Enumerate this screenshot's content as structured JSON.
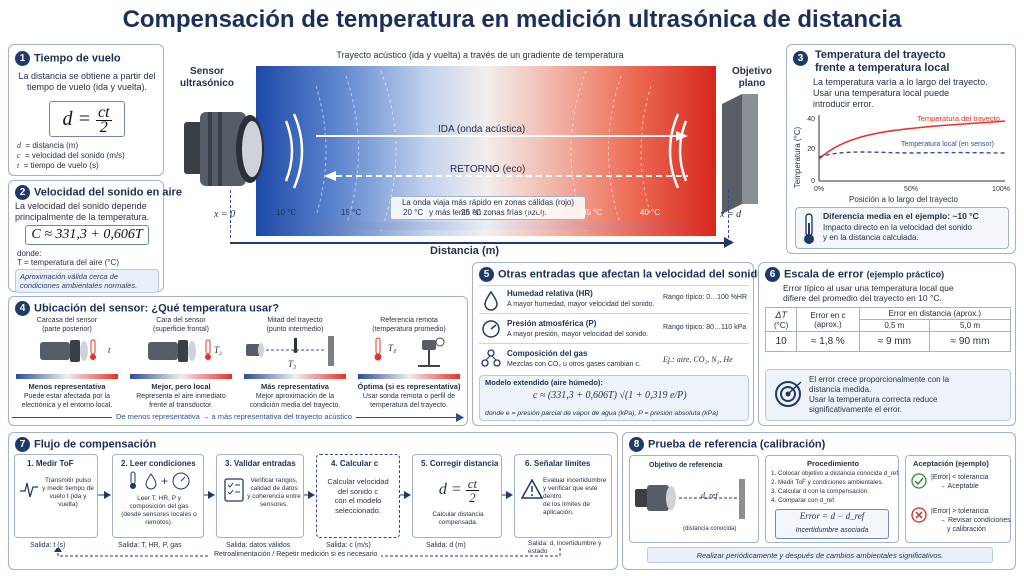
{
  "title": "Compensación de temperatura en medición ultrasónica de distancia",
  "colors": {
    "navy": "#1f3a6a",
    "red": "#e8312a",
    "blue": "#2a4f9a",
    "panel_border": "#9fb2cd"
  },
  "hero": {
    "path_label": "Trayecto acústico (ida y vuelta) a través de un gradiente de temperatura",
    "sensor_label_1": "Sensor",
    "sensor_label_2": "ultrasónico",
    "target_label_1": "Objetivo",
    "target_label_2": "plano",
    "ida": "IDA (onda acústica)",
    "retorno": "RETORNO (eco)",
    "note_1": "La onda viaja más rápido en zonas cálidas (rojo)",
    "note_2": "y más lento en zonas frías (azul).",
    "x0": "x = 0",
    "xd": "x = d",
    "temps": [
      "10 °C",
      "15 °C",
      "20 °C",
      "25 °C",
      "30 °C",
      "35 °C",
      "40 °C"
    ],
    "axis_label": "Distancia (m)"
  },
  "p1": {
    "num": "1",
    "title": "Tiempo de vuelo",
    "desc_1": "La distancia se obtiene a partir del",
    "desc_2": "tiempo de vuelo (ida y vuelta).",
    "formula_lhs": "d =",
    "formula_num": "ct",
    "formula_den": "2",
    "defs": [
      {
        "s": "d",
        "t": "= distancia (m)"
      },
      {
        "s": "c",
        "t": "= velocidad del sonido (m/s)"
      },
      {
        "s": "t",
        "t": "= tiempo de vuelo (s)"
      }
    ]
  },
  "p2": {
    "num": "2",
    "title": "Velocidad del sonido en aire",
    "desc_1": "La velocidad del sonido depende",
    "desc_2": "principalmente de la temperatura.",
    "formula": "C ≈ 331,3 + 0,606T",
    "donde": "donde:",
    "def": "T = temperatura del aire (°C)",
    "note_1": "Aproximación válida cerca de",
    "note_2": "condiciones ambientales normales."
  },
  "p3": {
    "num": "3",
    "title_1": "Temperatura del trayecto",
    "title_2": "frente a temperatura local",
    "desc_1": "La temperatura varía a lo largo del trayecto.",
    "desc_2": "Usar una temperatura local puede",
    "desc_3": "introducir error.",
    "ylabel": "Temperatura (°C)",
    "xlabel": "Posición a lo largo del trayecto",
    "yticks": [
      "40",
      "20",
      "0"
    ],
    "xticks": [
      "0%",
      "50%",
      "100%"
    ],
    "series_1": "Temperatura del trayecto",
    "series_2": "Temperatura local (en sensor)",
    "diff_title": "Diferencia media en el ejemplo:  ~10 °C",
    "diff_1": "Impacto directo en la velocidad del sonido",
    "diff_2": "y en la distancia calculada."
  },
  "p4": {
    "num": "4",
    "title": "Ubicación del sensor: ¿Qué temperatura usar?",
    "items": [
      {
        "t1": "Carcasa del sensor",
        "t2": "(parte posterior)",
        "var": "t",
        "q": "Menos representativa",
        "d1": "Puede estar afectada por la",
        "d2": "electrónica y el entorno local."
      },
      {
        "t1": "Cara del sensor",
        "t2": "(superficie frontal)",
        "var": "T₂",
        "q": "Mejor, pero local",
        "d1": "Representa el aire inmediato",
        "d2": "frente al transductor."
      },
      {
        "t1": "Mitad del trayecto",
        "t2": "(punto intermedio)",
        "var": "T₃",
        "q": "Más representativa",
        "d1": "Mejor aproximación de la",
        "d2": "condición media del trayecto."
      },
      {
        "t1": "Referencia remota",
        "t2": "(temperatura promedio)",
        "var": "T₄",
        "q": "Óptima (si es representativa)",
        "d1": "Usar sonda remota o perfil de",
        "d2": "temperatura del trayecto."
      }
    ],
    "arrow_text": "De menos representativa  →  a más representativa del trayecto acústico"
  },
  "p5": {
    "num": "5",
    "title": "Otras entradas que afectan la velocidad del sonido",
    "rows": [
      {
        "name": "Humedad relativa (HR)",
        "desc": "A mayor humedad, mayor velocidad del sonido.",
        "range": "Rango típico: 0…100 %HR"
      },
      {
        "name": "Presión atmosférica (P)",
        "desc": "A mayor presión, mayor velocidad del sonido.",
        "range": "Rango típico: 80…110 kPa"
      },
      {
        "name": "Composición del gas",
        "desc": "Mezclas con CO₂ u otros gases cambian c.",
        "range": "Ej.: aire, CO₂, N₂, He"
      }
    ],
    "model_title": "Modelo extendido (aire húmedo):",
    "model_formula": "c ≈ (331,3 + 0,606T) √(1 + 0,319 e/P)",
    "model_where": "donde e = presión parcial de vapor de agua (kPa), P = presión absoluta (kPa)"
  },
  "p6": {
    "num": "6",
    "title": "Escala de error",
    "title_sub": "(ejemplo práctico)",
    "desc_1": "Error típico al usar una temperatura local que",
    "desc_2": "difiere del promedio del trayecto en 10 °C.",
    "h_dt": "ΔT",
    "h_dt2": "(°C)",
    "h_c": "Error en c",
    "h_c2": "(aprox.)",
    "h_d": "Error en distancia (aprox.)",
    "h_05": "0,5 m",
    "h_5": "5,0 m",
    "r_dt": "10",
    "r_c": "≈ 1,8 %",
    "r_05": "≈ 9 mm",
    "r_5": "≈ 90 mm",
    "note_1": "El error crece proporcionalmente con la",
    "note_2": "distancia medida.",
    "note_3": "Usar la temperatura correcta reduce",
    "note_4": "significativamente el error."
  },
  "p7": {
    "num": "7",
    "title": "Flujo de compensación",
    "steps": [
      {
        "t": "1. Medir ToF",
        "d1": "Transmitir pulso",
        "d2": "y medir tiempo de",
        "d3": "vuelo t (ida y vuelta)",
        "o": "Salida: t (s)"
      },
      {
        "t": "2. Leer condiciones",
        "d1": "Leer T, HR, P y",
        "d2": "composición del gas",
        "d3": "(desde sensores locales o remotos).",
        "o": "Salida: T, HR, P, gas"
      },
      {
        "t": "3. Validar entradas",
        "d1": "Verificar rangos,",
        "d2": "calidad de datos",
        "d3": "y coherencia entre sensores.",
        "o": "Salida: datos válidos"
      },
      {
        "t": "4. Calcular c",
        "d1": "Calcular velocidad",
        "d2": "del sonido c",
        "d3": "con el modelo seleccionado.",
        "o": "Salida: c (m/s)"
      },
      {
        "t": "5. Corregir distancia",
        "d1": "Calcular distancia",
        "d2": "compensada.",
        "d3": "",
        "o": "Salida: d (m)"
      },
      {
        "t": "6. Señalar límites",
        "d1": "Evaluar incertidumbre",
        "d2": "y verificar que esté dentro",
        "d3": "de los límites de aplicación.",
        "o": "Salida: d, incertidumbre y estado"
      }
    ],
    "feedback": "Retroalimentación / Repetir medición si es necesario"
  },
  "p8": {
    "num": "8",
    "title": "Prueba de referencia (calibración)",
    "obj": "Objetivo de referencia",
    "dref": "d_ref",
    "known": "(distancia conocida)",
    "proc_title": "Procedimiento",
    "proc": [
      "1.  Colocar objetivo a distancia conocida d_ref.",
      "2.  Medir ToF y condiciones ambientales.",
      "3.  Calcular d con la compensación.",
      "4.  Comparar con d_ref."
    ],
    "err_formula": "Error = d − d_ref",
    "err_sub": "Incertidumbre asociada",
    "acc_title": "Aceptación (ejemplo)",
    "ok_1": "|Error| < tolerancia",
    "ok_2": "→ Aceptable",
    "ko_1": "|Error| > tolerancia",
    "ko_2": "→ Revisar condiciones",
    "ko_3": "y calibración",
    "footer": "Realizar periódicamente y después de cambios ambientales significativos."
  }
}
